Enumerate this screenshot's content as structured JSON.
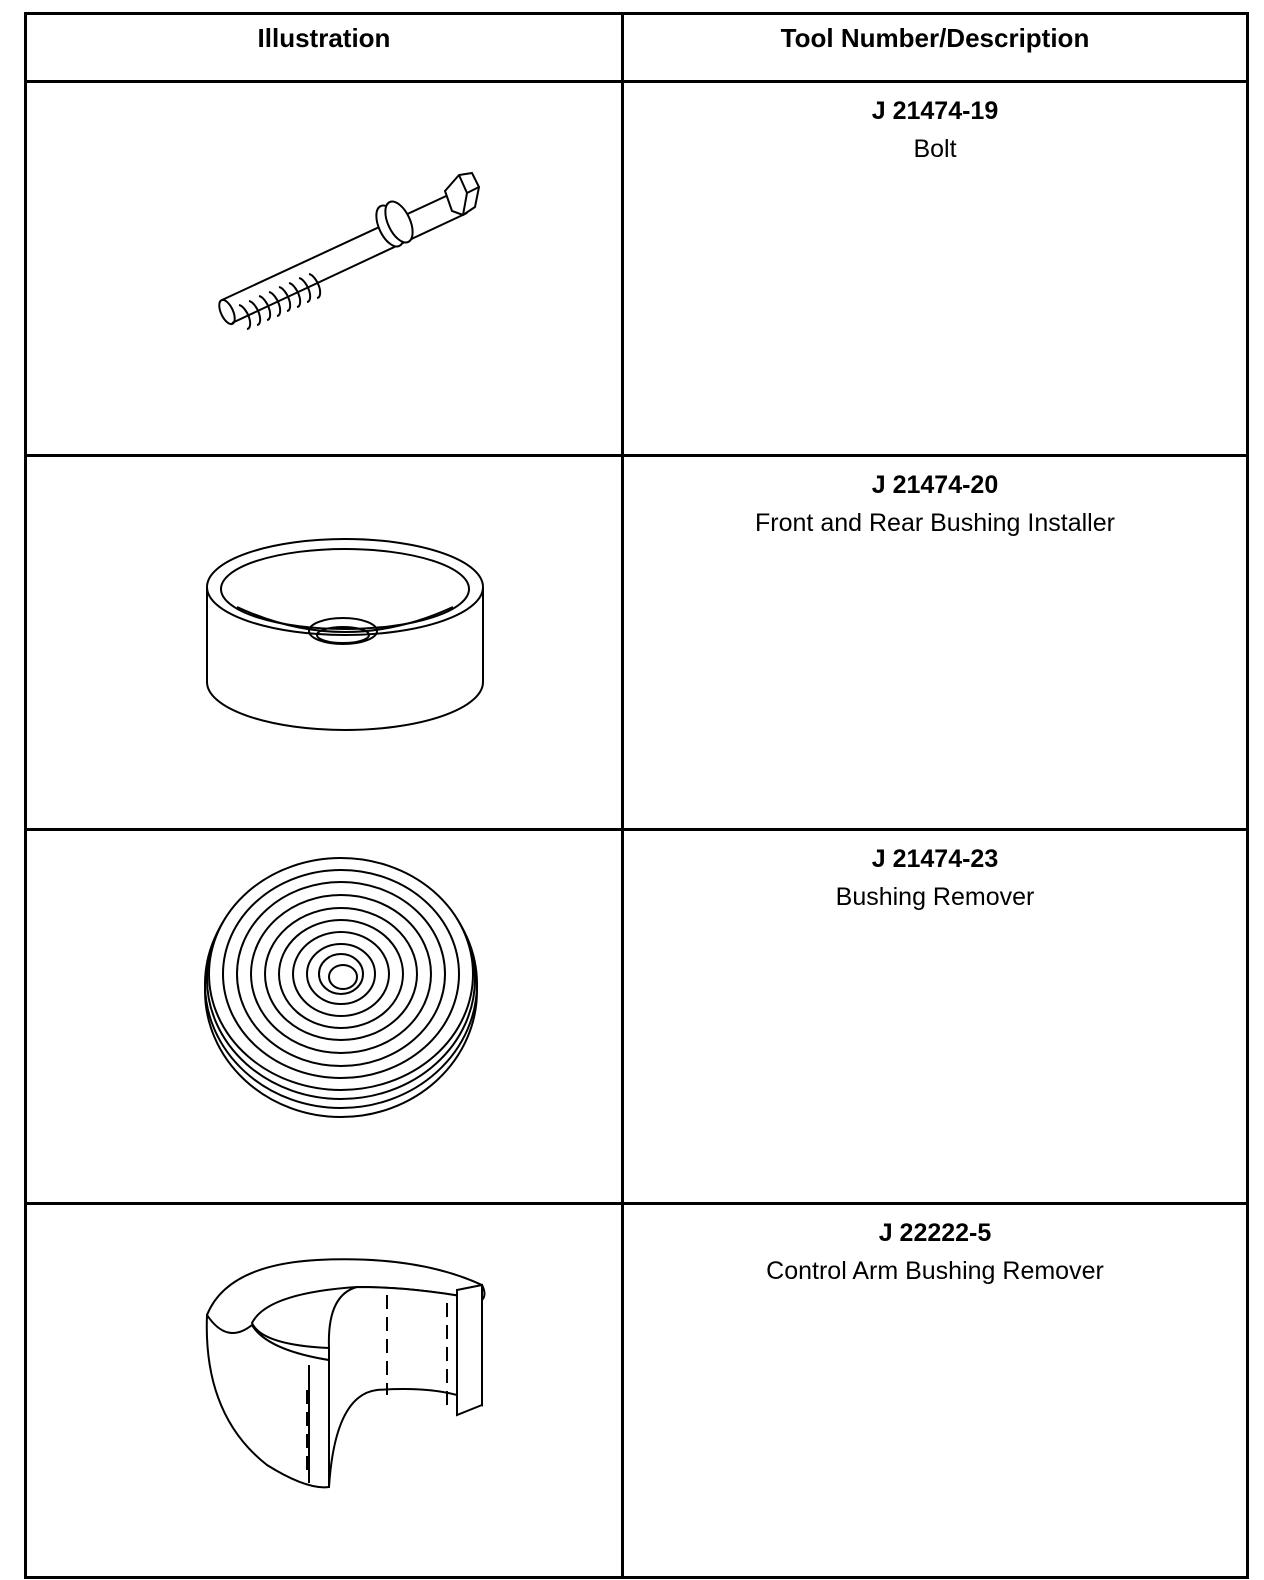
{
  "table": {
    "headers": [
      "Illustration",
      "Tool Number/Description"
    ],
    "rows": [
      {
        "tool_number": "J 21474-19",
        "description": "Bolt",
        "illustration": "bolt-icon"
      },
      {
        "tool_number": "J 21474-20",
        "description": "Front and Rear Bushing Installer",
        "illustration": "bushing-installer-icon"
      },
      {
        "tool_number": "J 21474-23",
        "description": "Bushing Remover",
        "illustration": "bushing-remover-icon"
      },
      {
        "tool_number": "J 22222-5",
        "description": "Control Arm Bushing Remover",
        "illustration": "control-arm-bushing-remover-icon"
      }
    ]
  }
}
